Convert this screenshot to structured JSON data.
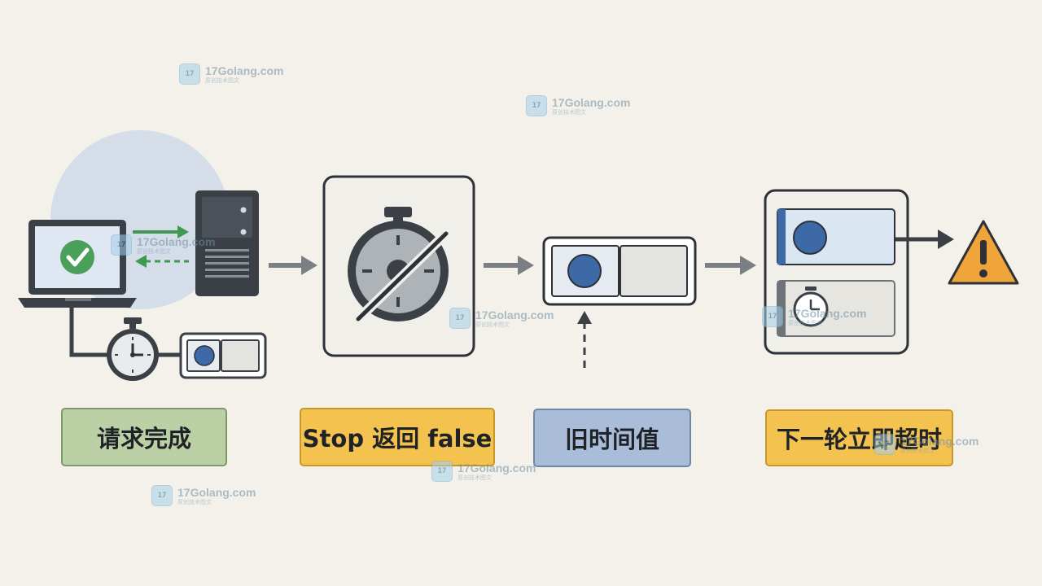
{
  "steps": [
    {
      "label": "请求完成",
      "color": "#bcd0a6"
    },
    {
      "label": "Stop 返回 false",
      "color": "#f4c34f"
    },
    {
      "label": "旧时间值",
      "color": "#a9bdd8"
    },
    {
      "label": "下一轮立即超时",
      "color": "#f4c34f"
    }
  ],
  "watermark": {
    "logo_text": "17",
    "site": "17Golang.com",
    "tagline": "原创技术图文"
  },
  "icons": [
    "laptop-icon",
    "check-icon",
    "server-icon",
    "stopwatch-icon",
    "timer-slot-icon",
    "crossed-stopwatch-icon",
    "warning-icon"
  ],
  "colors": {
    "background": "#f3f1ea",
    "stroke": "#2e3238",
    "accent_blue": "#3d69a6",
    "arrow_green": "#3e9a52",
    "warning": "#f0a53b",
    "arrow_gray": "#7a7f84"
  }
}
